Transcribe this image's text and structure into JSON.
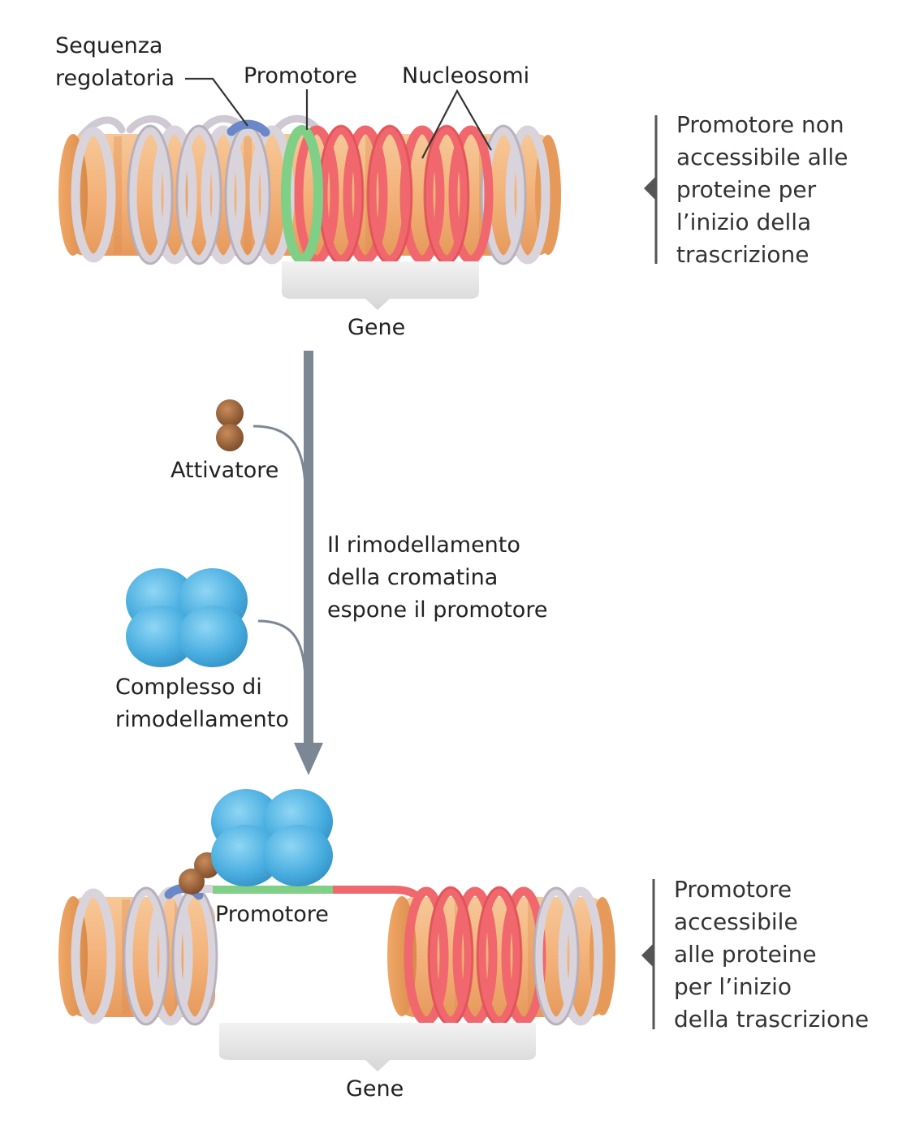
{
  "labels": {
    "regulatory_line1": "Sequenza",
    "regulatory_line2": "regolatoria",
    "promoter_top": "Promotore",
    "nucleosomes": "Nucleosomi",
    "gene_top": "Gene",
    "activator": "Attivatore",
    "remodel_line1": "Il rimodellamento",
    "remodel_line2": "della cromatina",
    "remodel_line3": "espone il promotore",
    "complex_line1": "Complesso di",
    "complex_line2": "rimodellamento",
    "promoter_bottom": "Promotore",
    "gene_bottom": "Gene"
  },
  "side_top": [
    "Promotore non",
    "accessibile alle",
    "proteine per",
    "l’inizio della",
    "trascrizione"
  ],
  "side_bottom": [
    "Promotore",
    "accessibile",
    "alle proteine",
    "per l’inizio",
    "della trascrizione"
  ],
  "colors": {
    "nucleosome": "#f0a868",
    "dna_grey": "#d9d4dc",
    "gene_red": "#f0676d",
    "promoter_green": "#7fcf86",
    "regulatory_blue": "#6a88c8",
    "activator": "#9b6640",
    "complex": "#4aaee0",
    "arrow": "#7c8794"
  }
}
